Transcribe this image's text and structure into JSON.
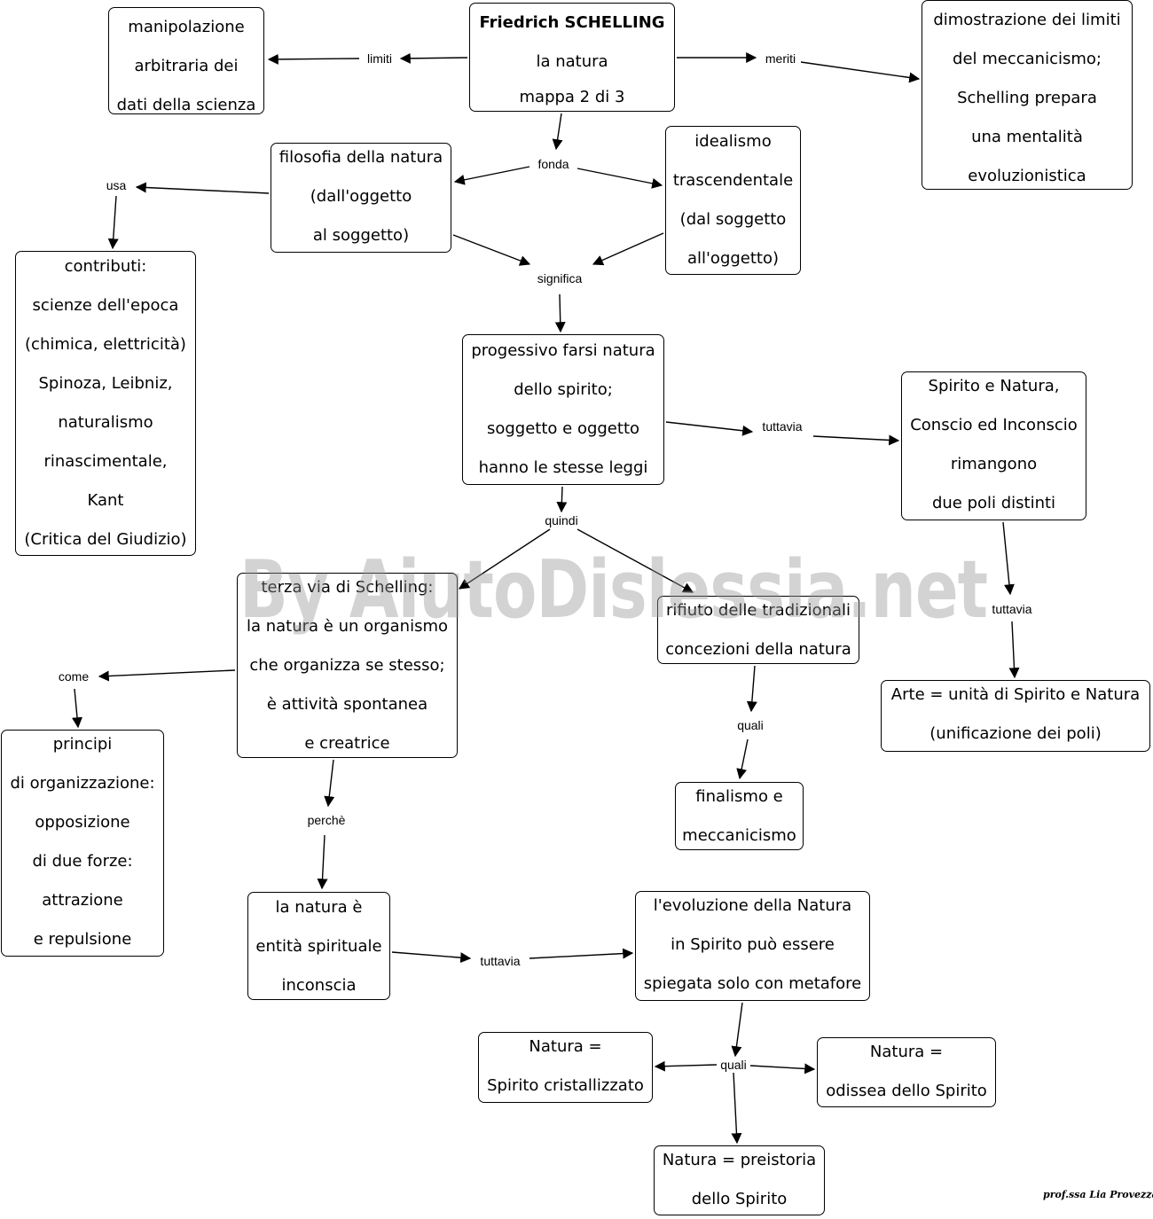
{
  "nodes": {
    "title": [
      "Friedrich SCHELLING",
      "la natura",
      "mappa 2 di 3"
    ],
    "manipolazione": [
      "manipolazione",
      "arbitraria dei",
      "dati della scienza"
    ],
    "dimostrazione": [
      "dimostrazione dei limiti",
      "del meccanicismo;",
      "Schelling prepara",
      "una mentalità",
      "evoluzionistica"
    ],
    "filosofia": [
      "filosofia della natura",
      "(dall'oggetto",
      "al soggetto)"
    ],
    "idealismo": [
      "idealismo",
      "trascendentale",
      "(dal soggetto",
      "all'oggetto)"
    ],
    "contributi": [
      "contributi:",
      "scienze dell'epoca",
      "(chimica, elettricità)",
      "Spinoza, Leibniz,",
      "naturalismo",
      "rinascimentale,",
      "Kant",
      "(Critica del Giudizio)"
    ],
    "progessivo": [
      "progessivo farsi natura",
      "dello spirito;",
      "soggetto e oggetto",
      "hanno le stesse leggi"
    ],
    "spirito_natura": [
      "Spirito e Natura,",
      "Conscio ed Inconscio",
      "rimangono",
      "due poli distinti"
    ],
    "terza_via": [
      "terza via di Schelling:",
      "la natura è un organismo",
      "che organizza se stesso;",
      "è attività spontanea",
      "e creatrice"
    ],
    "rifiuto": [
      "rifiuto delle tradizionali",
      "concezioni della natura"
    ],
    "arte": [
      "Arte = unità di Spirito e Natura",
      "(unificazione dei poli)"
    ],
    "principi": [
      "principi",
      "di organizzazione:",
      "opposizione",
      "di due forze:",
      "attrazione",
      "e repulsione"
    ],
    "finalismo": [
      "finalismo e",
      "meccanicismo"
    ],
    "entita": [
      "la natura è",
      "entità spirituale",
      "inconscia"
    ],
    "evoluzione": [
      "l'evoluzione della Natura",
      "in Spirito può essere",
      "spiegata solo con metafore"
    ],
    "cristallizzato": [
      "Natura =",
      "Spirito cristallizzato"
    ],
    "odissea": [
      "Natura =",
      "odissea dello Spirito"
    ],
    "preistoria": [
      "Natura = preistoria",
      "dello Spirito"
    ]
  },
  "links": {
    "limiti": "limiti",
    "meriti": "meriti",
    "fonda": "fonda",
    "usa": "usa",
    "significa": "significa",
    "tuttavia_1": "tuttavia",
    "quindi": "quindi",
    "tuttavia_2": "tuttavia",
    "come": "come",
    "quali_1": "quali",
    "perche": "perchè",
    "tuttavia_3": "tuttavia",
    "quali_2": "quali"
  },
  "watermark": "By AiutoDislessia.net",
  "signature": "prof.ssa Lia Provezza"
}
